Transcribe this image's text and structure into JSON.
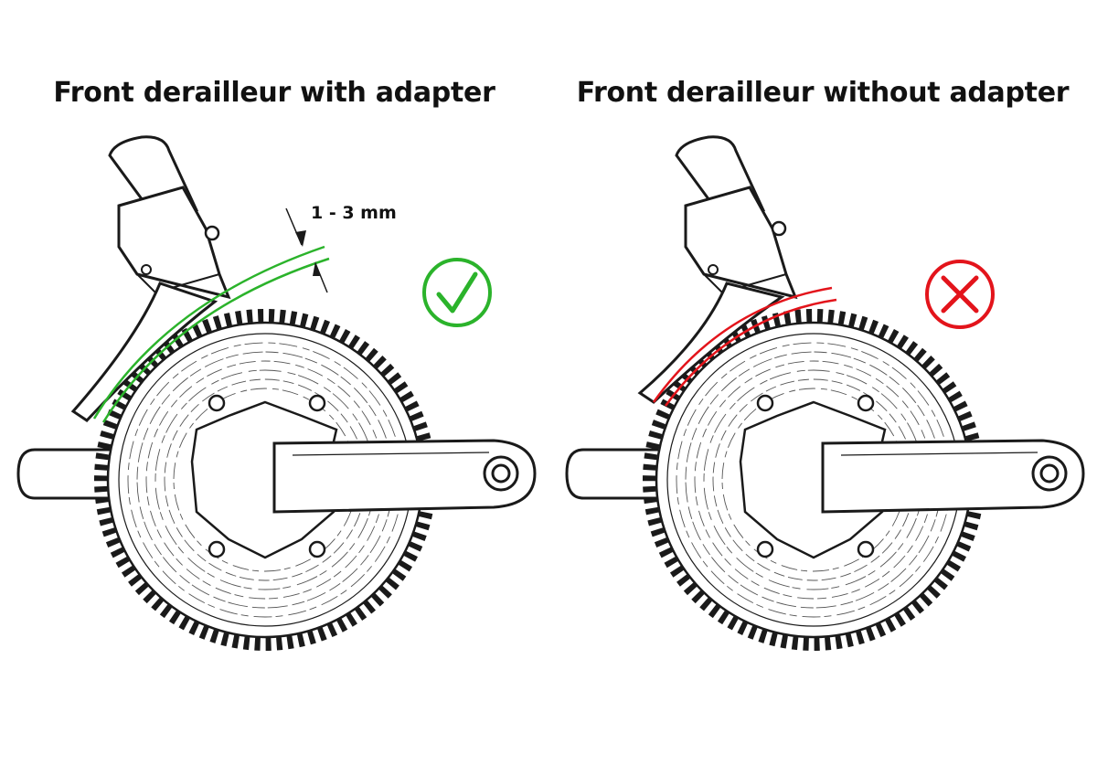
{
  "left_panel": {
    "title": "Front derailleur with adapter",
    "clearance_label": "1 - 3 mm",
    "status": "correct",
    "status_icon": "check-icon",
    "status_color": "#2bb32b",
    "guide_color": "#2bb32b"
  },
  "right_panel": {
    "title": "Front derailleur without adapter",
    "status": "incorrect",
    "status_icon": "cross-icon",
    "status_color": "#e3141b",
    "guide_color": "#e3141b"
  },
  "line_color": "#1a1a1a"
}
